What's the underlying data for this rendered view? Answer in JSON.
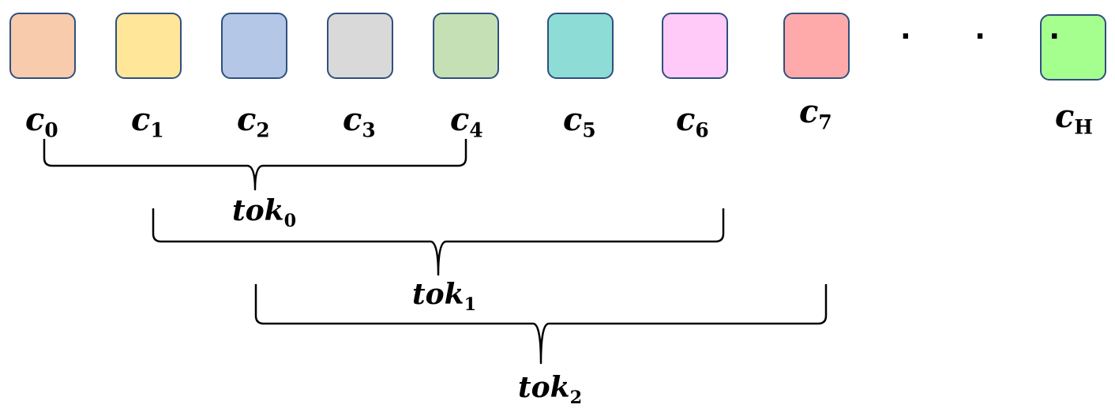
{
  "cells": [
    {
      "base": "c",
      "sub": "0",
      "color": "#f8cbad"
    },
    {
      "base": "c",
      "sub": "1",
      "color": "#ffe699"
    },
    {
      "base": "c",
      "sub": "2",
      "color": "#b4c7e7"
    },
    {
      "base": "c",
      "sub": "3",
      "color": "#d9d9d9"
    },
    {
      "base": "c",
      "sub": "4",
      "color": "#c5e0b4"
    },
    {
      "base": "c",
      "sub": "5",
      "color": "#8ddcd5"
    },
    {
      "base": "c",
      "sub": "6",
      "color": "#ffc9f8"
    },
    {
      "base": "c",
      "sub": "7",
      "color": "#ffaaaa"
    },
    {
      "base": "c",
      "sub": "H",
      "color": "#a5ff8f"
    }
  ],
  "ellipsis": "· · ·",
  "tokens": [
    {
      "base": "tok",
      "sub": "0",
      "span": [
        0,
        4
      ]
    },
    {
      "base": "tok",
      "sub": "1",
      "span": [
        1,
        6
      ]
    },
    {
      "base": "tok",
      "sub": "2",
      "span": [
        2,
        7
      ]
    }
  ]
}
